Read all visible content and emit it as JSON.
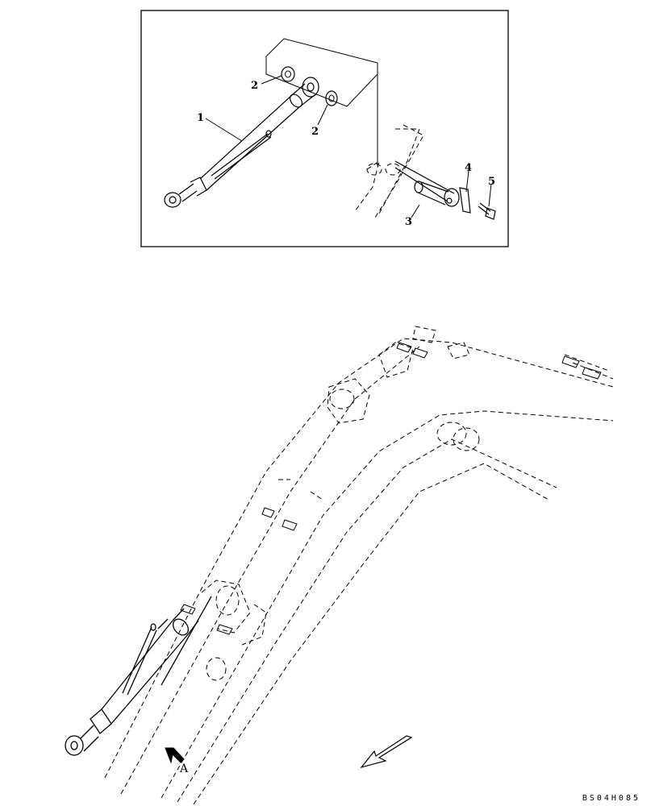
{
  "detail": {
    "callouts": [
      {
        "id": "1",
        "label": "1"
      },
      {
        "id": "2a",
        "label": "2"
      },
      {
        "id": "2b",
        "label": "2"
      },
      {
        "id": "3",
        "label": "3"
      },
      {
        "id": "4",
        "label": "4"
      },
      {
        "id": "5",
        "label": "5"
      }
    ]
  },
  "main": {
    "view_label": "A"
  },
  "footer": {
    "doc_code": "BS04H085"
  }
}
